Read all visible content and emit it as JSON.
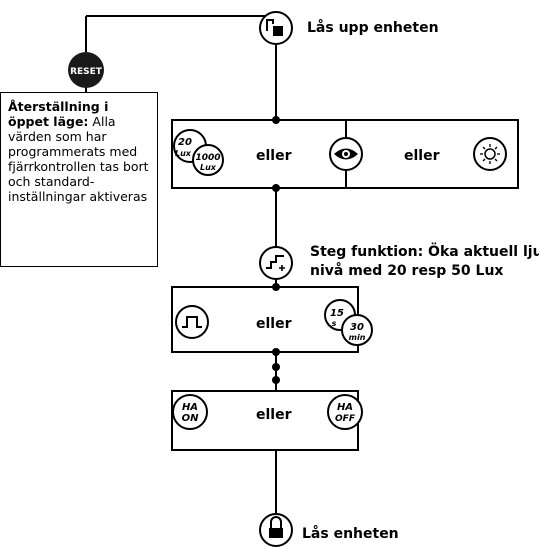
{
  "top_label": "Lås upp enheten",
  "bottom_label": "Lås enheten",
  "reset": {
    "button_label": "RESET",
    "title": "Återställning i öppet läge:",
    "body": "Alla värden som har programmerats med fjärrkontrollen tas bort och standard-inställningar aktiveras"
  },
  "step": {
    "line1": "Steg funktion: Öka aktuell ljus-",
    "line2": "nivå med 20 resp 50 Lux"
  },
  "or_label": "eller",
  "lux_icon": {
    "small": "20",
    "small2": "Lux",
    "big": "1000",
    "big2": "Lux"
  },
  "timer_icon": {
    "small": "15",
    "small2": "s",
    "big": "30",
    "big2": "min"
  },
  "ha_on": {
    "line1": "HA",
    "line2": "ON"
  },
  "ha_off": {
    "line1": "HA",
    "line2": "OFF"
  },
  "icons": {
    "unlock": "unlock-icon",
    "lock": "lock-icon",
    "eye": "eye-icon",
    "sun": "sun-icon",
    "step": "step-plus-icon",
    "pulse": "pulse-icon"
  }
}
